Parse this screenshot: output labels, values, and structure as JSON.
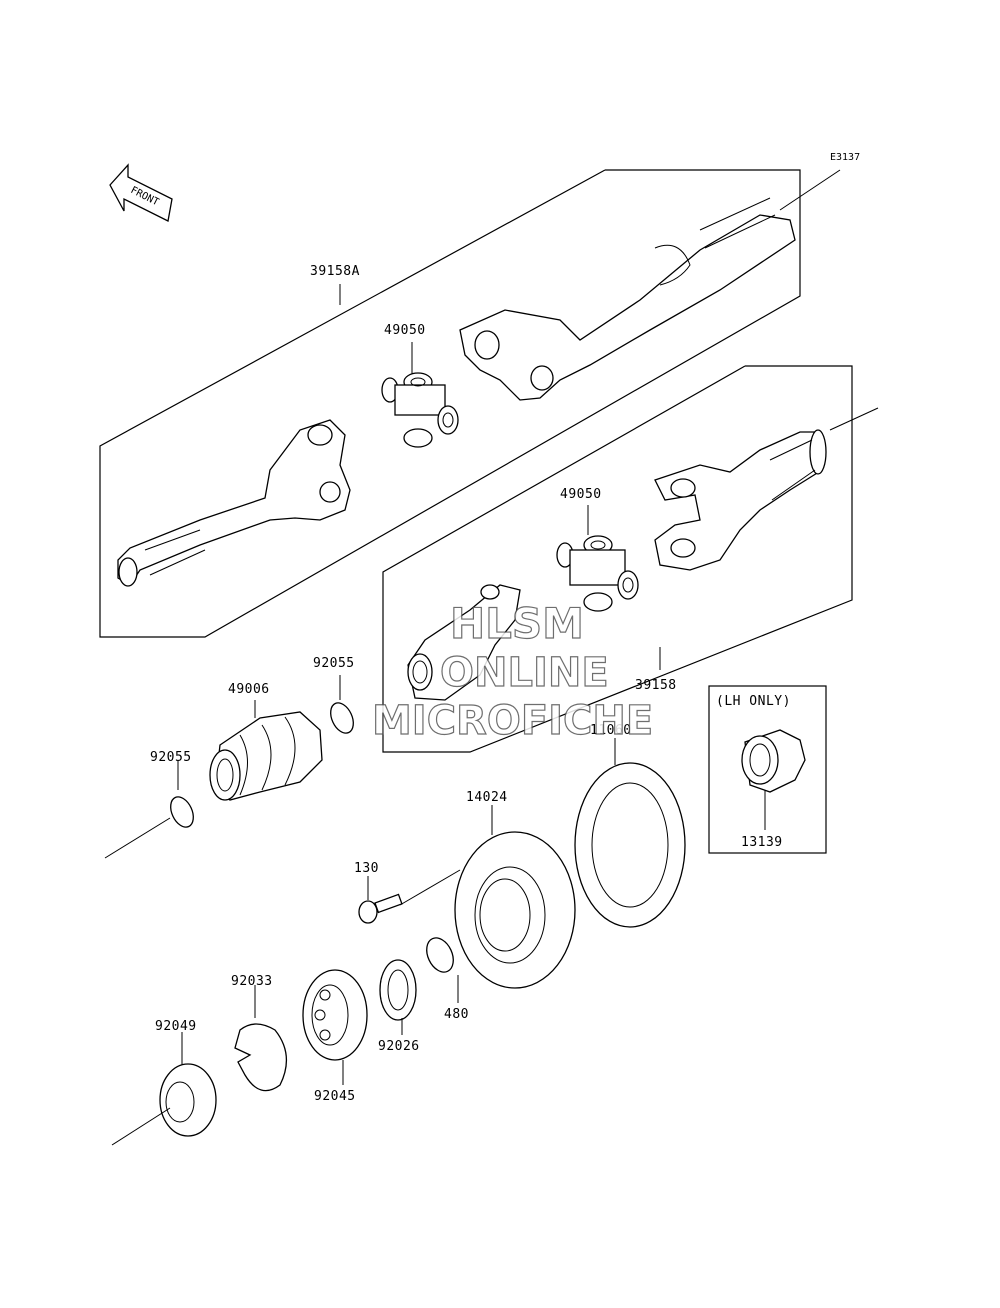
{
  "diagram_code": "E3137",
  "front_label": "FRONT",
  "lh_only_label": "(LH ONLY)",
  "watermark": [
    "HLSM",
    "ONLINE",
    "MICROFICHE"
  ],
  "parts": {
    "p39158A": "39158A",
    "p49050_upper": "49050",
    "p49050_lower": "49050",
    "p39158": "39158",
    "p92055_right": "92055",
    "p49006": "49006",
    "p92055_left": "92055",
    "p11060": "11060",
    "p13139": "13139",
    "p14024": "14024",
    "p130": "130",
    "p92033": "92033",
    "p92049": "92049",
    "p92045": "92045",
    "p92026": "92026",
    "p480": "480"
  }
}
